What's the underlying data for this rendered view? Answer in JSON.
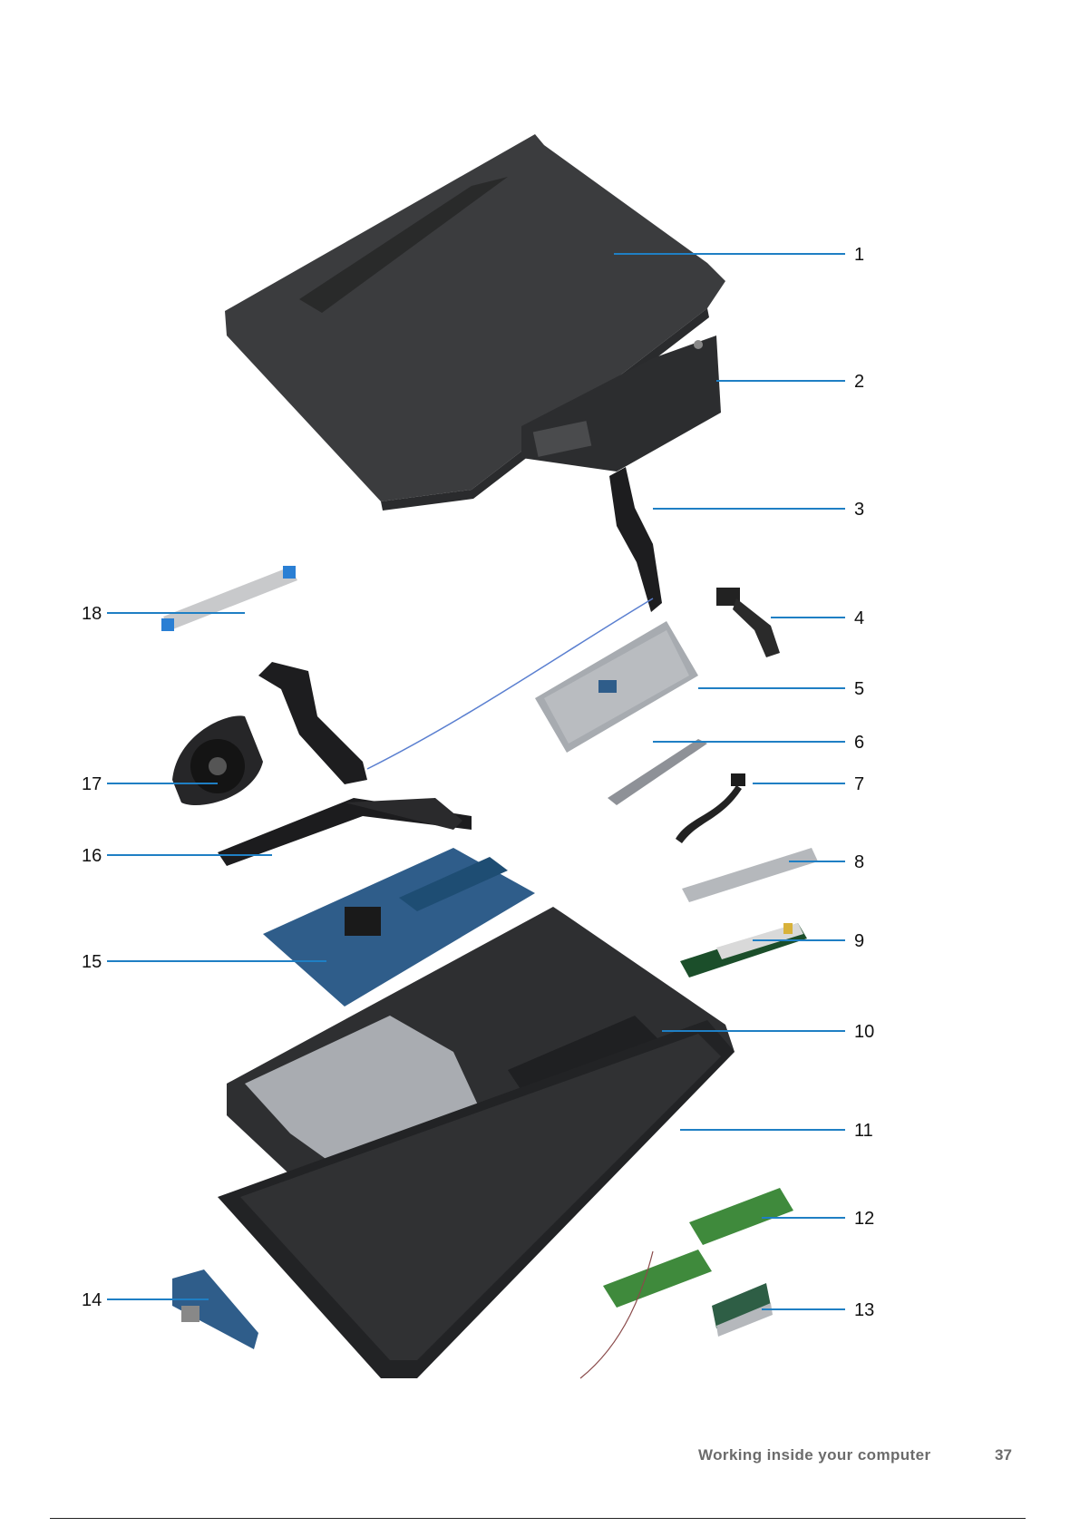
{
  "callouts": [
    "1",
    "2",
    "3",
    "4",
    "5",
    "6",
    "7",
    "8",
    "9",
    "10",
    "11",
    "12",
    "13",
    "14",
    "15",
    "16",
    "17",
    "18"
  ],
  "footer": {
    "section_title": "Working inside your computer",
    "page_number": "37"
  },
  "colors": {
    "leader_line": "#1f7fc4",
    "chassis": "#3b3c3e",
    "board": "#2f5d8a",
    "ram": "#3f8a3c",
    "metal": "#b9bcc0"
  }
}
